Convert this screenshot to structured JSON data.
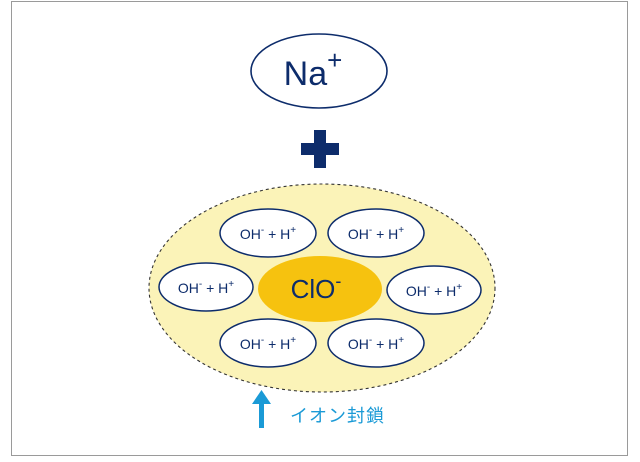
{
  "cation": {
    "base": "Na",
    "charge": "+"
  },
  "operator": "plus",
  "anion": {
    "base": "ClO",
    "charge": "-"
  },
  "shell_ions": [
    {
      "base1": "OH",
      "sup1": "-",
      "join": " + ",
      "base2": "H",
      "sup2": "+"
    },
    {
      "base1": "OH",
      "sup1": "-",
      "join": " + ",
      "base2": "H",
      "sup2": "+"
    },
    {
      "base1": "OH",
      "sup1": "-",
      "join": " + ",
      "base2": "H",
      "sup2": "+"
    },
    {
      "base1": "OH",
      "sup1": "-",
      "join": " + ",
      "base2": "H",
      "sup2": "+"
    },
    {
      "base1": "OH",
      "sup1": "-",
      "join": " + ",
      "base2": "H",
      "sup2": "+"
    },
    {
      "base1": "OH",
      "sup1": "-",
      "join": " + ",
      "base2": "H",
      "sup2": "+"
    }
  ],
  "caption": "イオン封鎖",
  "colors": {
    "navy": "#0d2c6b",
    "shell_fill": "#fbf3b8",
    "anion_fill": "#f6c20f",
    "arrow": "#1a9ad6"
  }
}
